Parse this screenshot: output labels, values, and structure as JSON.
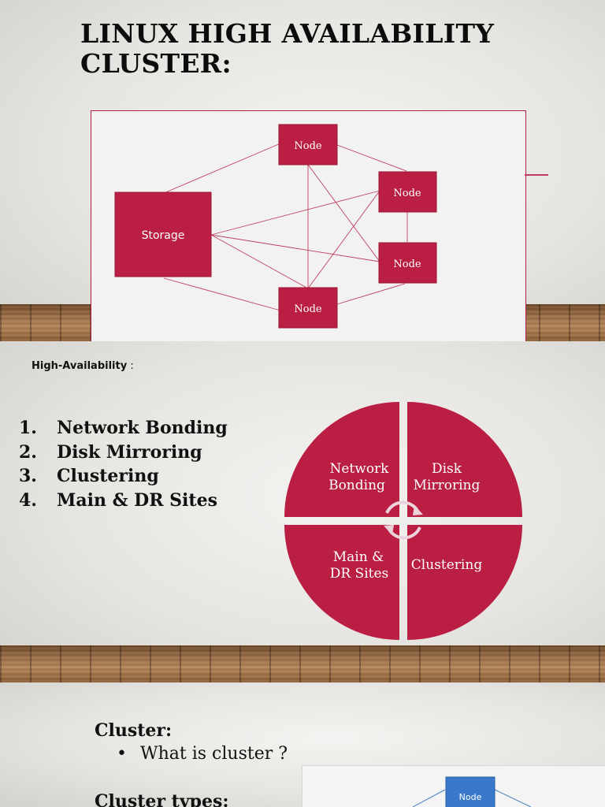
{
  "slide1": {
    "title": "LINUX HIGH AVAILABILITY CLUSTER:",
    "diagram": {
      "storage_label": "Storage",
      "node_label": "Node",
      "node_color": "#bb1e43"
    }
  },
  "slide2": {
    "ha_label": "High-Availability",
    "ha_suffix": " :",
    "list": [
      {
        "num": "1.",
        "text": "Network Bonding"
      },
      {
        "num": "2.",
        "text": "Disk Mirroring"
      },
      {
        "num": "3.",
        "text": "Clustering"
      },
      {
        "num": "4.",
        "text": "Main & DR Sites"
      }
    ],
    "cycle": {
      "q1_line1": "Network",
      "q1_line2": "Bonding",
      "q2_line1": "Disk",
      "q2_line2": "Mirroring",
      "q3_line1": "Main &",
      "q3_line2": "DR Sites",
      "q4": "Clustering",
      "color": "#bb1e43"
    }
  },
  "slide3": {
    "cluster_heading": "Cluster:",
    "bullet": "•",
    "bullet_text": "What is cluster ?",
    "types_heading": "Cluster types:",
    "node_label": "Node"
  }
}
